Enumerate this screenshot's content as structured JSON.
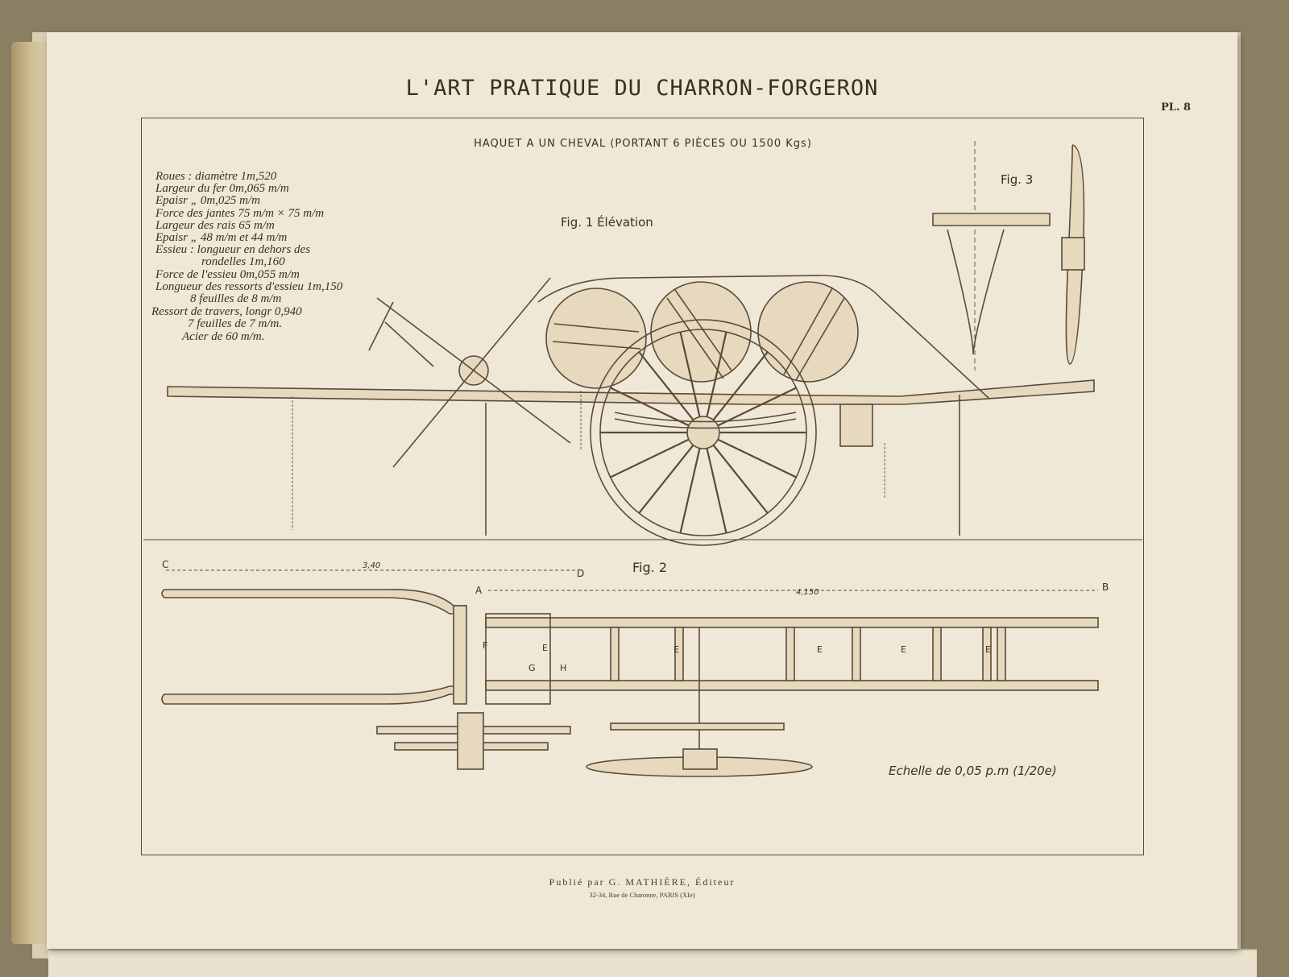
{
  "plate": {
    "title": "L'ART PRATIQUE DU CHARRON-FORGERON",
    "plate_number": "PL. 8",
    "subtitle": "HAQUET A UN CHEVAL (PORTANT 6 PIÈCES OU 1500 Kgs)"
  },
  "specs": [
    "Roues : diamètre 1m,520",
    "Largeur du fer 0m,065 m/m",
    "Epaisr „ 0m,025 m/m",
    "Force des jantes 75 m/m × 75 m/m",
    "Largeur des rais 65 m/m",
    "Epaisr „ 48 m/m et 44 m/m",
    "Essieu : longueur en dehors des",
    "rondelles 1m,160",
    "Force de l'essieu 0m,055 m/m",
    "Longueur des ressorts d'essieu 1m,150",
    "8 feuilles de 8 m/m",
    "Ressort de travers, longr 0,940",
    "7 feuilles de 7 m/m.",
    "Acier de 60 m/m."
  ],
  "figures": {
    "fig1": "Fig. 1 Élévation",
    "fig2": "Fig. 2",
    "fig3": "Fig. 3"
  },
  "dimensions": {
    "cd": "3,40",
    "ab": "4,150",
    "point_a": "A",
    "point_b": "B",
    "point_c": "C",
    "point_d": "D"
  },
  "part_labels": [
    "E",
    "E",
    "E",
    "E",
    "E",
    "F",
    "G",
    "H"
  ],
  "scale": "Echelle de 0,05 p.m (1/20e)",
  "publisher": {
    "line1": "Publié par G. MATHIÈRE, Éditeur",
    "line2": "32-34, Rue de Charonne, PARIS (XIe)"
  },
  "colors": {
    "paper": "#efe8d6",
    "ink": "#5b4a3a",
    "background": "#8a7e63"
  }
}
